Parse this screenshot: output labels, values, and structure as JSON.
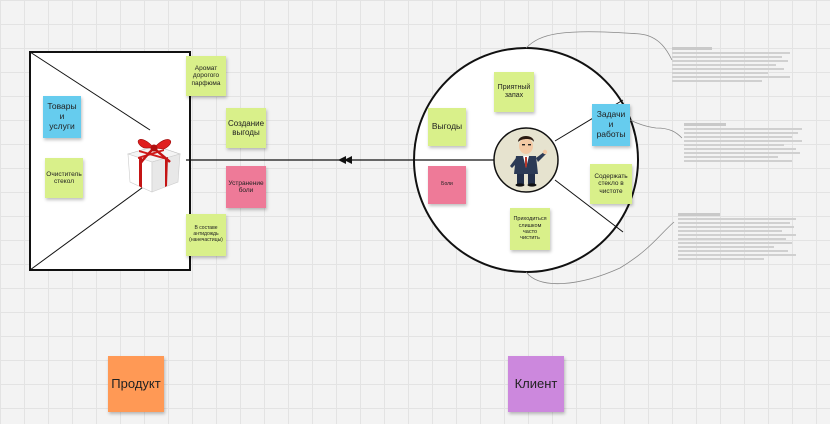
{
  "product_map": {
    "stickies": {
      "goods": "Товары и услуги",
      "cleaner": "Очиститель стекол",
      "aroma": "Аромат дорогого парфюма",
      "gain_creators": "Создание выгоды",
      "pain_relievers": "Устранение боли",
      "antifog": "В составе антидождь (нанечастицы)"
    }
  },
  "customer_map": {
    "stickies": {
      "pleasant_smell": "Приятный запах",
      "gains": "Выгоды",
      "pains": "Боли",
      "jobs": "Задачи и работы",
      "keep_clean": "Содержать стекло в чистоте",
      "wipe_often": "Приходиться слишком часто чистить"
    }
  },
  "labels": {
    "product": "Продукт",
    "client": "Клиент"
  },
  "colors": {
    "yellow": "#d9f08a",
    "blue": "#66ccee",
    "pink": "#ee7a98",
    "orange": "#ff9955",
    "purple": "#cc88dd",
    "frame": "#111111"
  },
  "icons": {
    "gift": "gift-box-icon",
    "person": "businessman-icon"
  }
}
